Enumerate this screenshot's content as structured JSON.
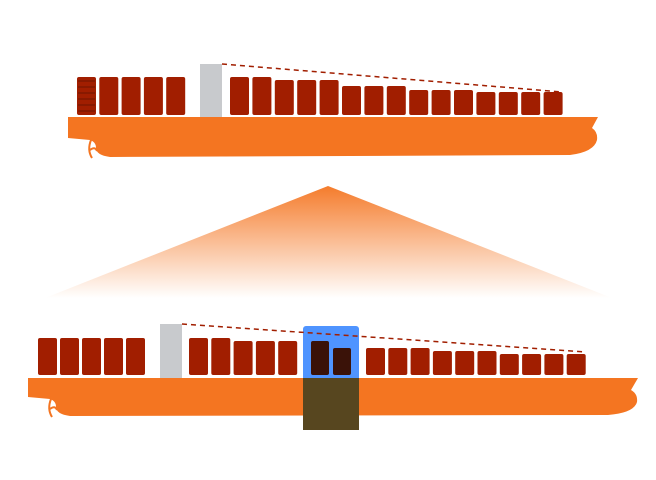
{
  "colors": {
    "hull": "#f47521",
    "container": "#a11e00",
    "container_dark": "#3a1208",
    "bridge": "#c8cacd",
    "highlight": "#4f94ff",
    "highlight_overlay": "#57461f",
    "sightline": "#a11e00"
  },
  "top_ship": {
    "forward_stacks": 5,
    "aft_stacks": 15
  },
  "bottom_ship": {
    "forward_stacks": 5,
    "highlighted_stacks": 2,
    "aft_stacks": 10
  },
  "icons": [
    "ship-icon",
    "container-icon",
    "bridge-icon",
    "zoom-triangle-icon",
    "highlight-box-icon"
  ]
}
